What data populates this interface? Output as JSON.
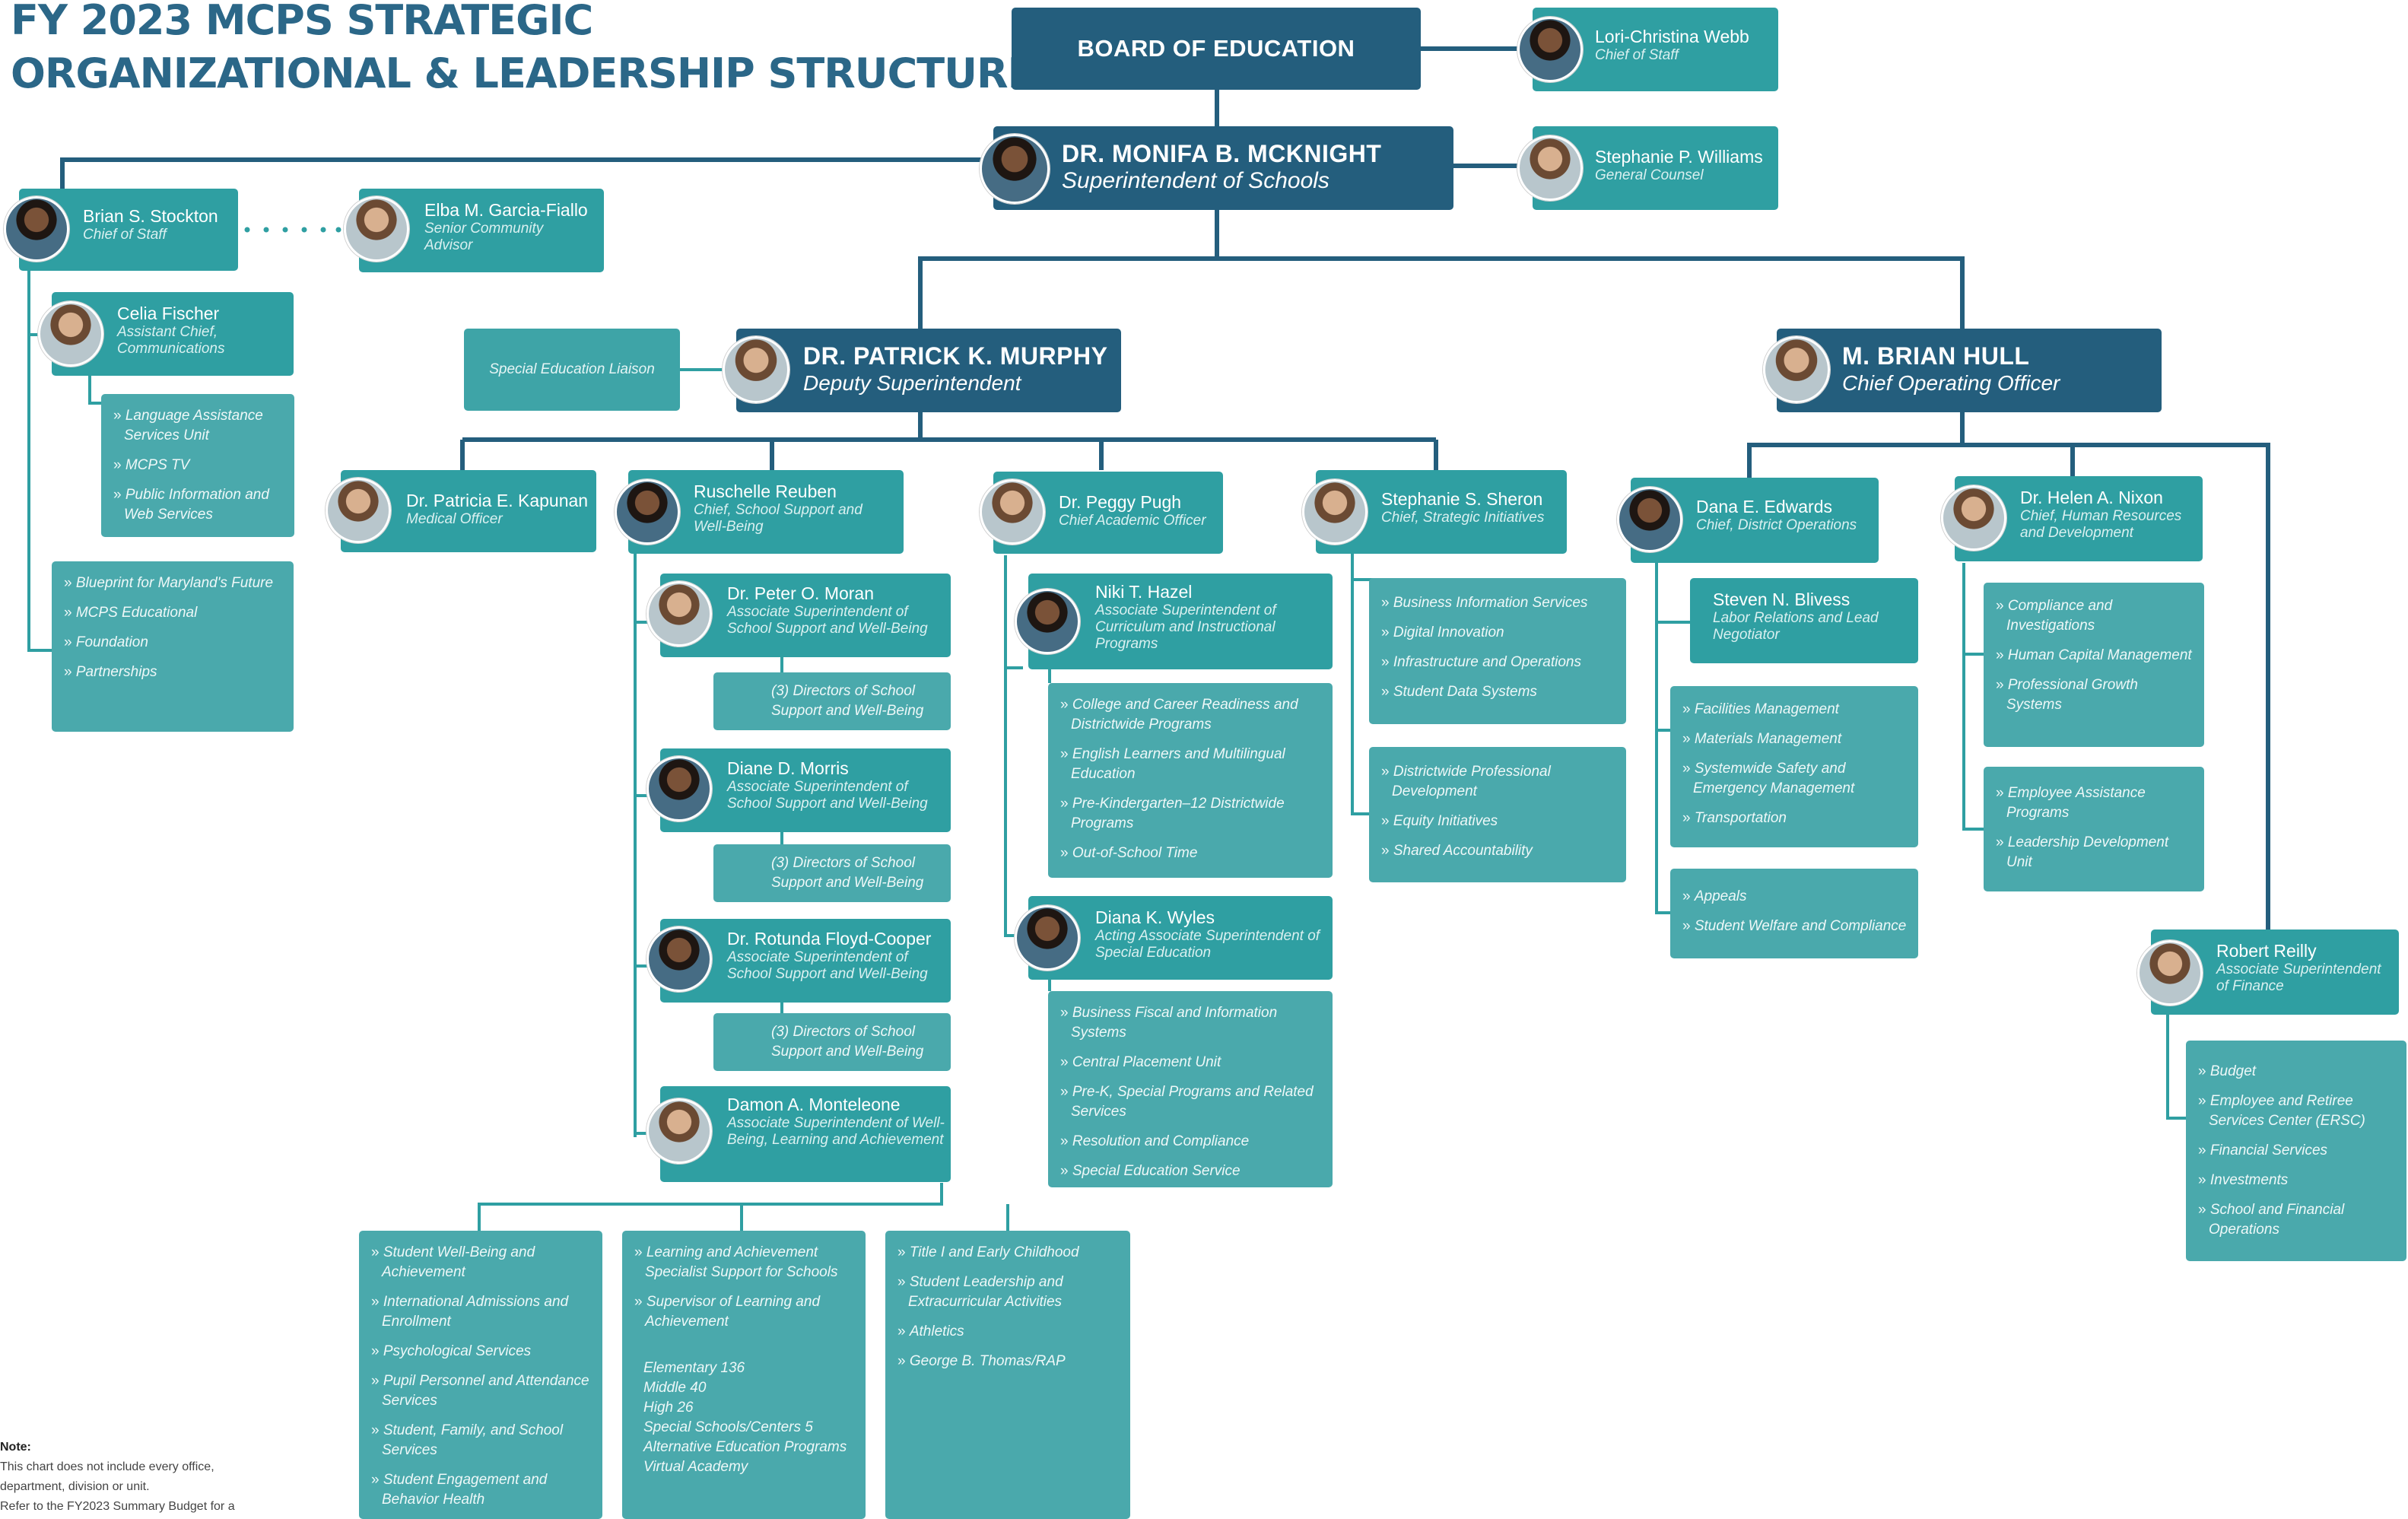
{
  "title_line1": "FY 2023 MCPS STRATEGIC",
  "title_line2": "ORGANIZATIONAL & LEADERSHIP STRUCTURE",
  "board": "BOARD OF EDUCATION",
  "webb": {
    "name": "Lori-Christina Webb",
    "role": "Chief of Staff"
  },
  "supt": {
    "name": "DR. MONIFA B. MCKNIGHT",
    "role": "Superintendent of Schools"
  },
  "williams": {
    "name": "Stephanie P. Williams",
    "role": "General Counsel"
  },
  "stockton": {
    "name": "Brian S. Stockton",
    "role": "Chief of Staff"
  },
  "garcia": {
    "name": "Elba M. Garcia-Fiallo",
    "role": "Senior Community Advisor"
  },
  "fischer": {
    "name": "Celia Fischer",
    "role": "Assistant Chief, Communications"
  },
  "fischer_units": [
    "Language Assistance Services Unit",
    "MCPS TV",
    "Public Information and Web Services"
  ],
  "stockton_units": [
    "Blueprint for Maryland's Future",
    "MCPS Educational",
    "Foundation",
    "Partnerships"
  ],
  "liaison": "Special Education Liaison",
  "murphy": {
    "name": "DR. PATRICK K. MURPHY",
    "role": "Deputy Superintendent"
  },
  "hull": {
    "name": "M. BRIAN HULL",
    "role": "Chief Operating Officer"
  },
  "kapunan": {
    "name": "Dr. Patricia E. Kapunan",
    "role": "Medical Officer"
  },
  "reuben": {
    "name": "Ruschelle Reuben",
    "role": "Chief, School Support and Well-Being"
  },
  "moran": {
    "name": "Dr. Peter O. Moran",
    "role": "Associate Superintendent of School Support and Well-Being"
  },
  "moran_dir": "(3) Directors of School Support and Well-Being",
  "morris": {
    "name": "Diane D. Morris",
    "role": "Associate Superintendent of School Support and Well-Being"
  },
  "morris_dir": "(3) Directors of School Support and Well-Being",
  "floyd": {
    "name": "Dr. Rotunda Floyd-Cooper",
    "role": "Associate Superintendent of School Support and Well-Being"
  },
  "floyd_dir": "(3) Directors of School Support and Well-Being",
  "monteleone": {
    "name": "Damon A. Monteleone",
    "role": "Associate Superintendent of Well-Being, Learning and Achievement"
  },
  "mont_col1": [
    "Student Well-Being and Achievement",
    "International Admissions and Enrollment",
    "Psychological Services",
    "Pupil Personnel and Attendance Services",
    "Student, Family, and School Services",
    "Student Engagement and Behavior Health"
  ],
  "mont_col2": [
    "Learning and Achievement Specialist Support for Schools",
    "Supervisor of Learning and Achievement"
  ],
  "mont_col2_plain": [
    "Elementary 136",
    "Middle 40",
    "High 26",
    "Special Schools/Centers 5",
    "Alternative Education Programs",
    "Virtual Academy"
  ],
  "mont_col3": [
    "Title I and Early Childhood",
    "Student Leadership and Extracurricular Activities",
    "Athletics",
    "George B. Thomas/RAP"
  ],
  "pugh": {
    "name": "Dr. Peggy Pugh",
    "role": "Chief Academic Officer"
  },
  "hazel": {
    "name": "Niki T. Hazel",
    "role": "Associate Superintendent of Curriculum and Instructional Programs"
  },
  "hazel_units": [
    "College and Career Readiness and Districtwide Programs",
    "English Learners and Multilingual Education",
    "Pre-Kindergarten–12 Districtwide Programs",
    "Out-of-School Time"
  ],
  "wyles": {
    "name": "Diana K. Wyles",
    "role": "Acting Associate Superintendent of Special Education"
  },
  "wyles_units": [
    "Business Fiscal and Information Systems",
    "Central Placement Unit",
    "Pre-K, Special Programs and Related Services",
    "Resolution and Compliance",
    "Special Education Service"
  ],
  "sheron": {
    "name": "Stephanie S. Sheron",
    "role": "Chief, Strategic Initiatives"
  },
  "sheron_units1": [
    "Business Information Services",
    "Digital Innovation",
    "Infrastructure and Operations",
    "Student Data Systems"
  ],
  "sheron_units2": [
    "Districtwide Professional Development",
    "Equity Initiatives",
    "Shared Accountability"
  ],
  "edwards": {
    "name": "Dana E. Edwards",
    "role": "Chief, District Operations"
  },
  "blivess": {
    "name": "Steven N. Blivess",
    "role": "Labor Relations and Lead Negotiator"
  },
  "edwards_units1": [
    "Facilities Management",
    "Materials Management",
    "Systemwide Safety and Emergency Management",
    "Transportation"
  ],
  "edwards_units2": [
    "Appeals",
    "Student Welfare and Compliance"
  ],
  "nixon": {
    "name": "Dr. Helen A. Nixon",
    "role": "Chief, Human Resources and Development"
  },
  "nixon_units1": [
    "Compliance and Investigations",
    "Human Capital Management",
    "Professional Growth Systems"
  ],
  "nixon_units2": [
    "Employee Assistance Programs",
    "Leadership Development Unit"
  ],
  "reilly": {
    "name": "Robert Reilly",
    "role": "Associate Superintendent of Finance"
  },
  "reilly_units": [
    "Budget",
    "Employee and Retiree Services Center (ERSC)",
    "Financial Services",
    "Investments",
    "School and Financial Operations"
  ],
  "note": {
    "label": "Note:",
    "lines": [
      "This chart does not include every office,",
      "department, division or unit.",
      "Refer to the FY2023 Summary Budget for a"
    ]
  },
  "colors": {
    "dark": "#245e7d",
    "teal": "#2f9fa2",
    "light": "#4aa9ac",
    "title": "#2b6788"
  }
}
